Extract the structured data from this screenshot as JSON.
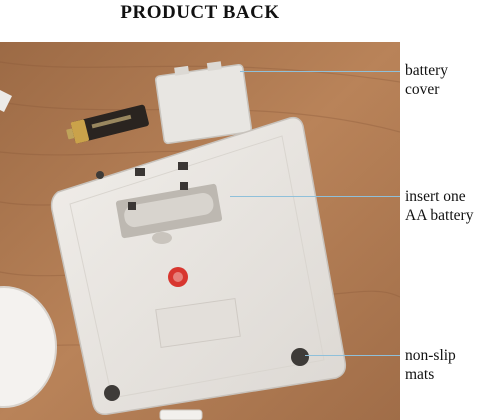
{
  "header": {
    "title": "PRODUCT BACK"
  },
  "callouts": [
    {
      "line1": "battery",
      "line2": "cover"
    },
    {
      "line1": "insert one",
      "line2": "AA battery"
    },
    {
      "line1": "non-slip",
      "line2": "mats"
    }
  ],
  "colors": {
    "callout_line": "#8fc0da",
    "wood": "#b07a52",
    "device": "#e9e6e2"
  }
}
